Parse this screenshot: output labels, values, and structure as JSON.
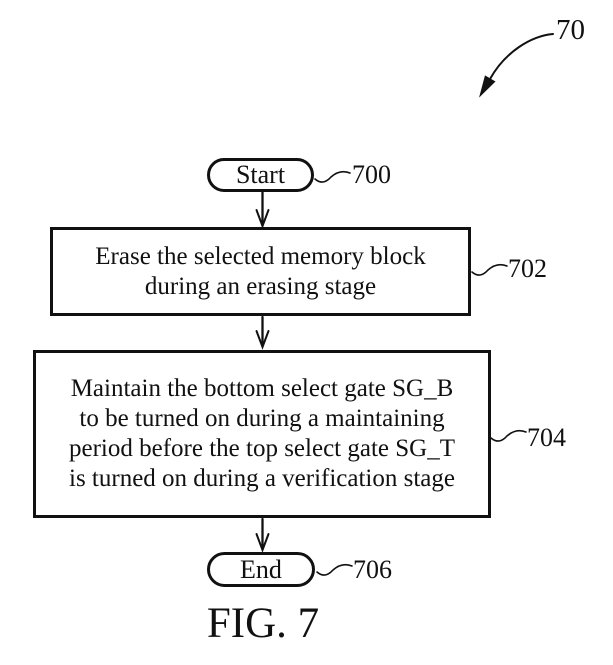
{
  "figure": {
    "reference": "70",
    "caption": "FIG. 7"
  },
  "flowchart": {
    "start": {
      "label": "Start",
      "ref": "700"
    },
    "steps": [
      {
        "ref": "702",
        "lines": [
          "Erase the selected memory block",
          "during an erasing stage"
        ]
      },
      {
        "ref": "704",
        "lines": [
          "Maintain the bottom select gate SG_B",
          "to be turned on during a maintaining",
          "period before the top select gate SG_T",
          "is turned on during a verification stage"
        ]
      }
    ],
    "end": {
      "label": "End",
      "ref": "706"
    }
  }
}
